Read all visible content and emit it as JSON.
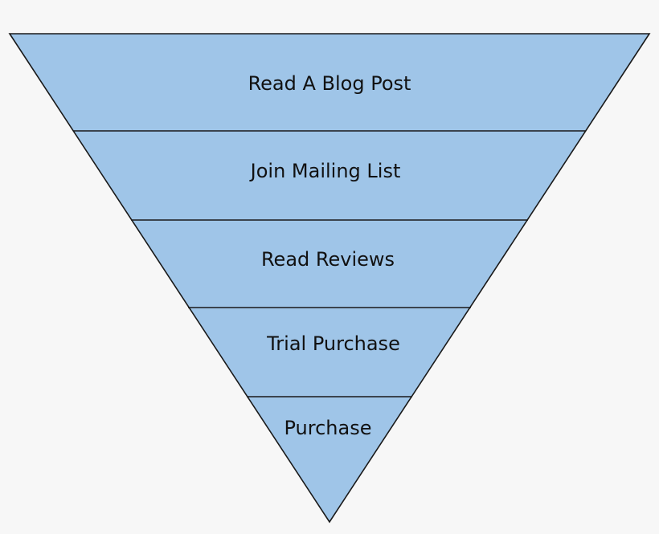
{
  "funnel": {
    "stages": [
      {
        "label": "Read A Blog Post"
      },
      {
        "label": "Join Mailing List"
      },
      {
        "label": "Read Reviews"
      },
      {
        "label": "Trial Purchase"
      },
      {
        "label": "Purchase"
      }
    ]
  },
  "colors": {
    "fill": "#9fc5e8",
    "stroke": "#1a1a1a",
    "background": "#f7f7f7",
    "text": "#111111"
  }
}
